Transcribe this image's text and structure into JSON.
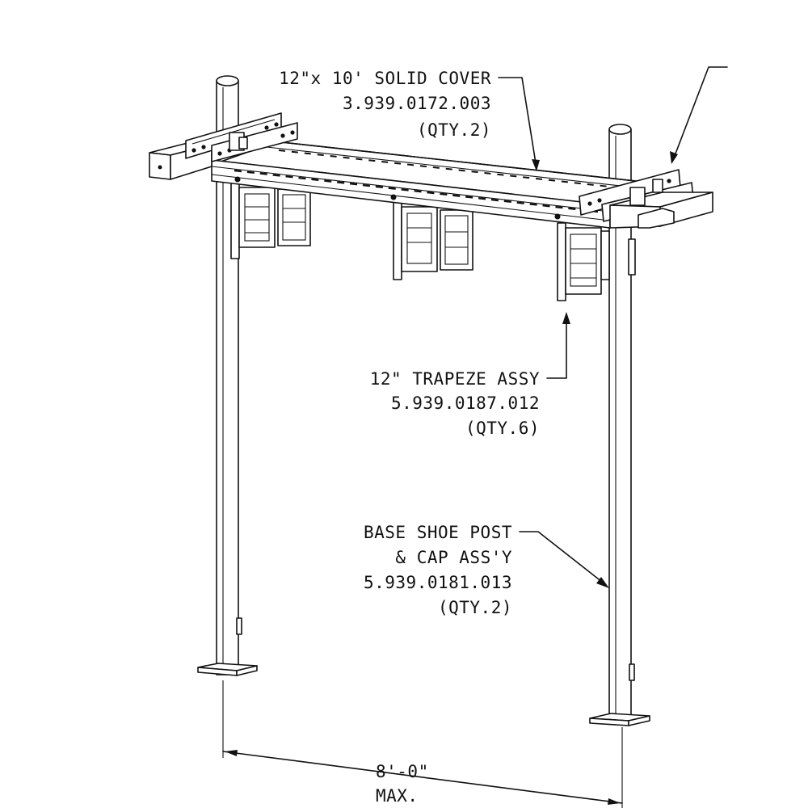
{
  "callouts": {
    "cover": {
      "line1": "12\"x 10' SOLID COVER",
      "line2": "3.939.0172.003",
      "line3": "(QTY.2)"
    },
    "trapeze": {
      "line1": "12\" TRAPEZE ASSY",
      "line2": "5.939.0187.012",
      "line3": "(QTY.6)"
    },
    "post": {
      "line1": "BASE SHOE POST",
      "line2": "& CAP ASS'Y",
      "line3": "5.939.0181.013",
      "line4": "(QTY.2)"
    }
  },
  "dimension": {
    "value": "8'-0\"",
    "note": "MAX."
  }
}
